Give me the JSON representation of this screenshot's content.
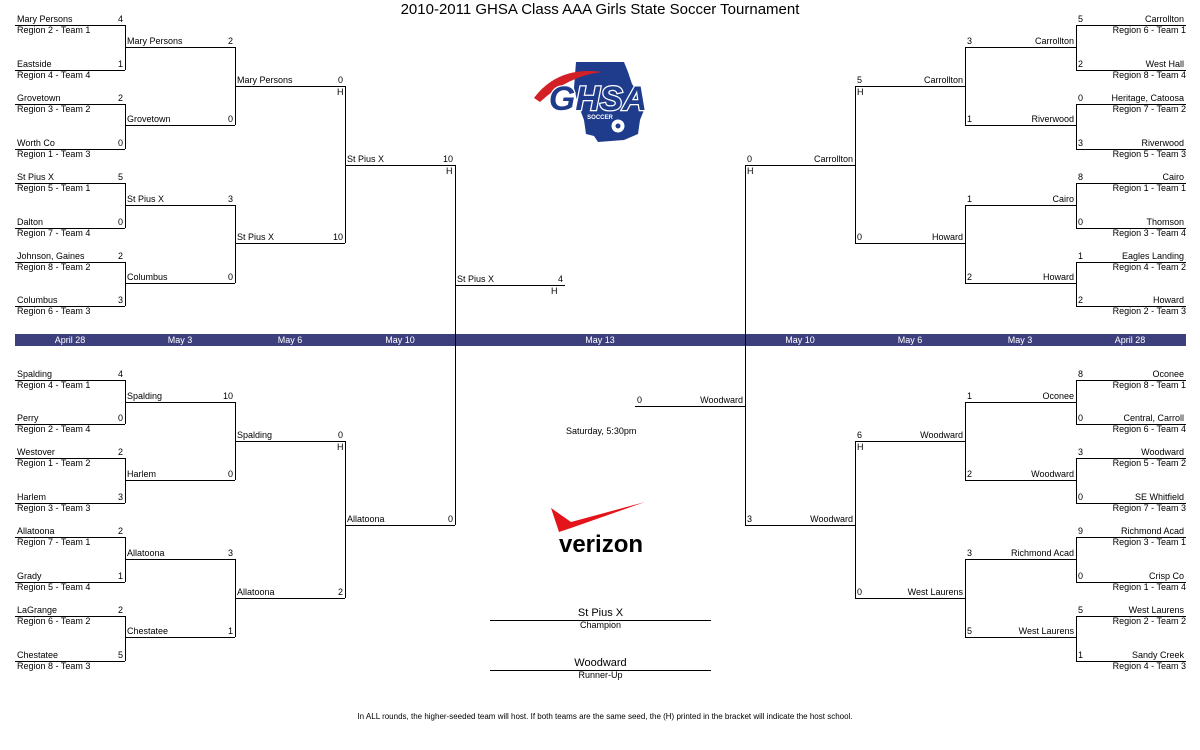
{
  "title": "2010-2011 GHSA Class AAA Girls State Soccer Tournament",
  "rounds": [
    "April 28",
    "May 3",
    "May 6",
    "May 10",
    "May 13",
    "May 10",
    "May 6",
    "May 3",
    "April 28"
  ],
  "host_mark": "H",
  "game_time": "Saturday, 5:30pm",
  "champion": {
    "name": "St Pius X",
    "label": "Champion"
  },
  "runner_up": {
    "name": "Woodward",
    "label": "Runner-Up"
  },
  "footer": "In ALL rounds, the higher-seeded team will host.  If both teams are the same seed, the (H) printed in the bracket will indicate the host school.",
  "logos": {
    "ghsa": "GHSA",
    "ghsa_sub": "SOCCER",
    "sponsor": "verizon"
  },
  "brand_colors": {
    "band": "#3d3f7c",
    "ghsa_blue": "#1f3c8c",
    "ghsa_red": "#d32027",
    "verizon_red": "#e4141b"
  },
  "left_first_round": [
    {
      "team": "Mary Persons",
      "seed": "Region 2 - Team 1",
      "score": "4"
    },
    {
      "team": "Eastside",
      "seed": "Region 4 - Team 4",
      "score": "1"
    },
    {
      "team": "Grovetown",
      "seed": "Region 3 - Team 2",
      "score": "2"
    },
    {
      "team": "Worth Co",
      "seed": "Region 1 - Team 3",
      "score": "0"
    },
    {
      "team": "St Pius X",
      "seed": "Region 5 - Team 1",
      "score": "5"
    },
    {
      "team": "Dalton",
      "seed": "Region 7 - Team 4",
      "score": "0"
    },
    {
      "team": "Johnson, Gaines",
      "seed": "Region 8 - Team 2",
      "score": "2"
    },
    {
      "team": "Columbus",
      "seed": "Region 6 - Team 3",
      "score": "3"
    },
    {
      "team": "Spalding",
      "seed": "Region 4 - Team 1",
      "score": "4"
    },
    {
      "team": "Perry",
      "seed": "Region 2 - Team 4",
      "score": "0"
    },
    {
      "team": "Westover",
      "seed": "Region 1 - Team 2",
      "score": "2"
    },
    {
      "team": "Harlem",
      "seed": "Region 3 - Team 3",
      "score": "3"
    },
    {
      "team": "Allatoona",
      "seed": "Region 7 - Team 1",
      "score": "2"
    },
    {
      "team": "Grady",
      "seed": "Region 5 - Team 4",
      "score": "1"
    },
    {
      "team": "LaGrange",
      "seed": "Region 6 - Team 2",
      "score": "2"
    },
    {
      "team": "Chestatee",
      "seed": "Region 8 - Team 3",
      "score": "5"
    }
  ],
  "left_second_round": [
    {
      "team": "Mary Persons",
      "score": "2"
    },
    {
      "team": "Grovetown",
      "score": "0"
    },
    {
      "team": "St Pius X",
      "score": "3"
    },
    {
      "team": "Columbus",
      "score": "0"
    },
    {
      "team": "Spalding",
      "score": "10"
    },
    {
      "team": "Harlem",
      "score": "0"
    },
    {
      "team": "Allatoona",
      "score": "3"
    },
    {
      "team": "Chestatee",
      "score": "1"
    }
  ],
  "left_quarterfinals": [
    {
      "team": "Mary Persons",
      "score": "0"
    },
    {
      "team": "St Pius X",
      "score": "10"
    },
    {
      "team": "Spalding",
      "score": "0"
    },
    {
      "team": "Allatoona",
      "score": "2"
    }
  ],
  "left_semifinals": [
    {
      "team": "St Pius X",
      "score": "10"
    },
    {
      "team": "Allatoona",
      "score": "0"
    }
  ],
  "final_top": {
    "team": "St Pius X",
    "score": "4"
  },
  "final_bottom": {
    "team": "Woodward",
    "score": "0"
  },
  "right_first_round": [
    {
      "team": "Carrollton",
      "seed": "Region 6 - Team 1",
      "score": "5"
    },
    {
      "team": "West Hall",
      "seed": "Region 8 - Team 4",
      "score": "2"
    },
    {
      "team": "Heritage, Catoosa",
      "seed": "Region 7 - Team 2",
      "score": "0"
    },
    {
      "team": "Riverwood",
      "seed": "Region 5 - Team 3",
      "score": "3"
    },
    {
      "team": "Cairo",
      "seed": "Region 1 - Team 1",
      "score": "8"
    },
    {
      "team": "Thomson",
      "seed": "Region 3 - Team 4",
      "score": "0"
    },
    {
      "team": "Eagles Landing",
      "seed": "Region 4 - Team 2",
      "score": "1"
    },
    {
      "team": "Howard",
      "seed": "Region 2 - Team 3",
      "score": "2"
    },
    {
      "team": "Oconee",
      "seed": "Region 8 - Team 1",
      "score": "8"
    },
    {
      "team": "Central, Carroll",
      "seed": "Region 6 - Team 4",
      "score": "0"
    },
    {
      "team": "Woodward",
      "seed": "Region 5 - Team 2",
      "score": "3"
    },
    {
      "team": "SE Whitfield",
      "seed": "Region 7 - Team 3",
      "score": "0"
    },
    {
      "team": "Richmond Acad",
      "seed": "Region 3 - Team 1",
      "score": "9"
    },
    {
      "team": "Crisp Co",
      "seed": "Region 1 - Team 4",
      "score": "0"
    },
    {
      "team": "West Laurens",
      "seed": "Region 2 - Team 2",
      "score": "5"
    },
    {
      "team": "Sandy Creek",
      "seed": "Region 4 - Team 3",
      "score": "1"
    }
  ],
  "right_second_round": [
    {
      "team": "Carrollton",
      "score": "3"
    },
    {
      "team": "Riverwood",
      "score": "1"
    },
    {
      "team": "Cairo",
      "score": "1"
    },
    {
      "team": "Howard",
      "score": "2"
    },
    {
      "team": "Oconee",
      "score": "1"
    },
    {
      "team": "Woodward",
      "score": "2"
    },
    {
      "team": "Richmond Acad",
      "score": "3"
    },
    {
      "team": "West Laurens",
      "score": "5"
    }
  ],
  "right_quarterfinals": [
    {
      "team": "Carrollton",
      "score": "5"
    },
    {
      "team": "Howard",
      "score": "0"
    },
    {
      "team": "Woodward",
      "score": "6"
    },
    {
      "team": "West Laurens",
      "score": "0"
    }
  ],
  "right_semifinals": [
    {
      "team": "Carrollton",
      "score": "0"
    },
    {
      "team": "Woodward",
      "score": "3"
    }
  ]
}
